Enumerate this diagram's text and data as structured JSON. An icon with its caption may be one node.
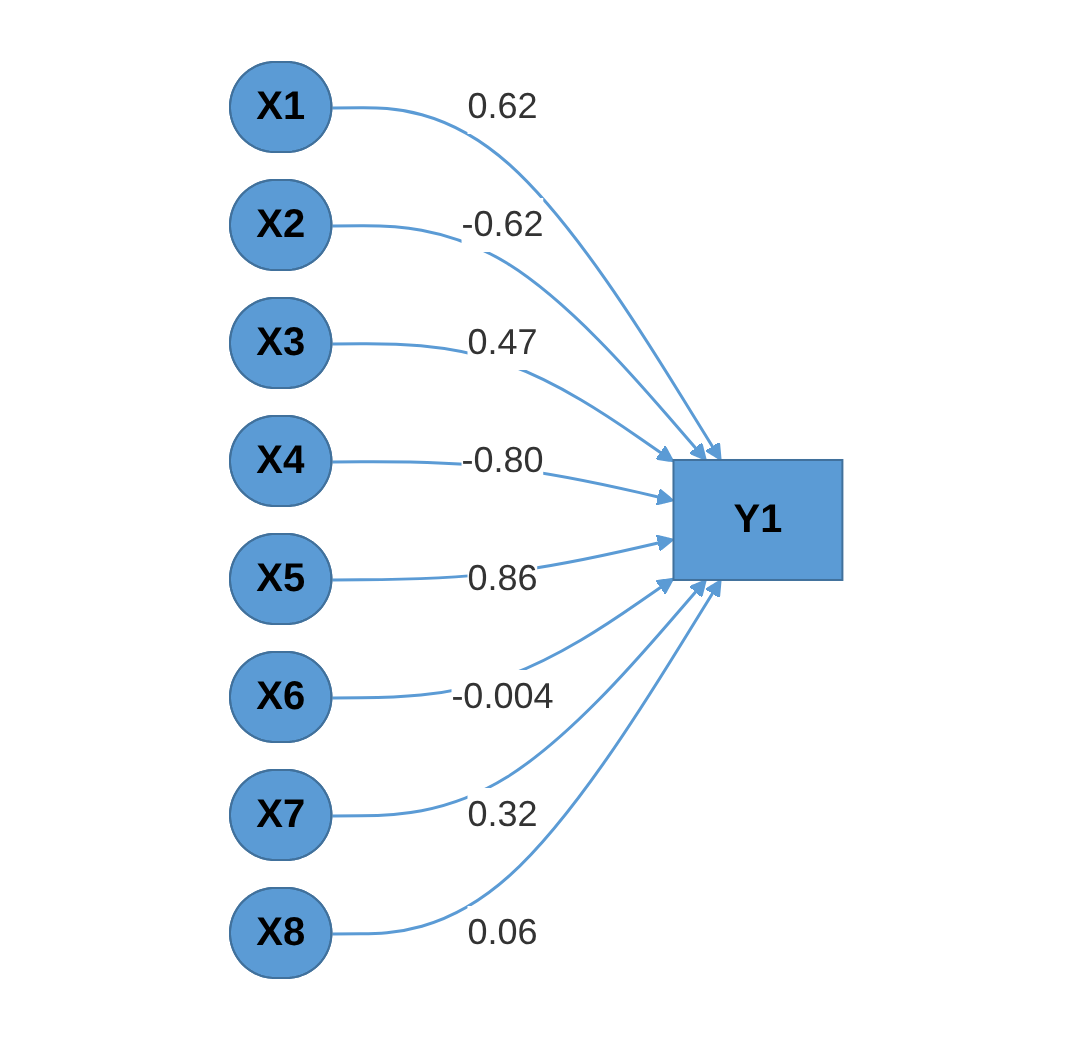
{
  "diagram": {
    "nodes": [
      {
        "text": [
          "X1"
        ]
      },
      {
        "text": [
          "X8"
        ]
      },
      {
        "text": [
          "X2"
        ]
      },
      {
        "text": [
          "Y1"
        ]
      },
      {
        "text": [
          "X7"
        ]
      },
      {
        "text": [
          "X3"
        ]
      },
      {
        "text": [
          "X6"
        ]
      },
      {
        "text": [
          "X4"
        ]
      },
      {
        "text": [
          "X5"
        ]
      }
    ],
    "edges": [
      {
        "from": 0,
        "to": 3,
        "arrow": "to",
        "label": "0.62"
      },
      {
        "from": 2,
        "to": 3,
        "arrow": "to",
        "label": "-0.62"
      },
      {
        "from": 5,
        "to": 3,
        "arrow": "to",
        "label": "0.47"
      },
      {
        "from": 7,
        "to": 3,
        "arrow": "to",
        "label": "-0.80"
      },
      {
        "from": 8,
        "to": 3,
        "arrow": "to",
        "label": "0.86"
      },
      {
        "from": 6,
        "to": 3,
        "arrow": "to",
        "label": "-0.004"
      },
      {
        "from": 4,
        "to": 3,
        "arrow": "to",
        "label": "0.32"
      },
      {
        "from": 1,
        "to": 3,
        "arrow": "to",
        "label": "0.06"
      }
    ]
  }
}
